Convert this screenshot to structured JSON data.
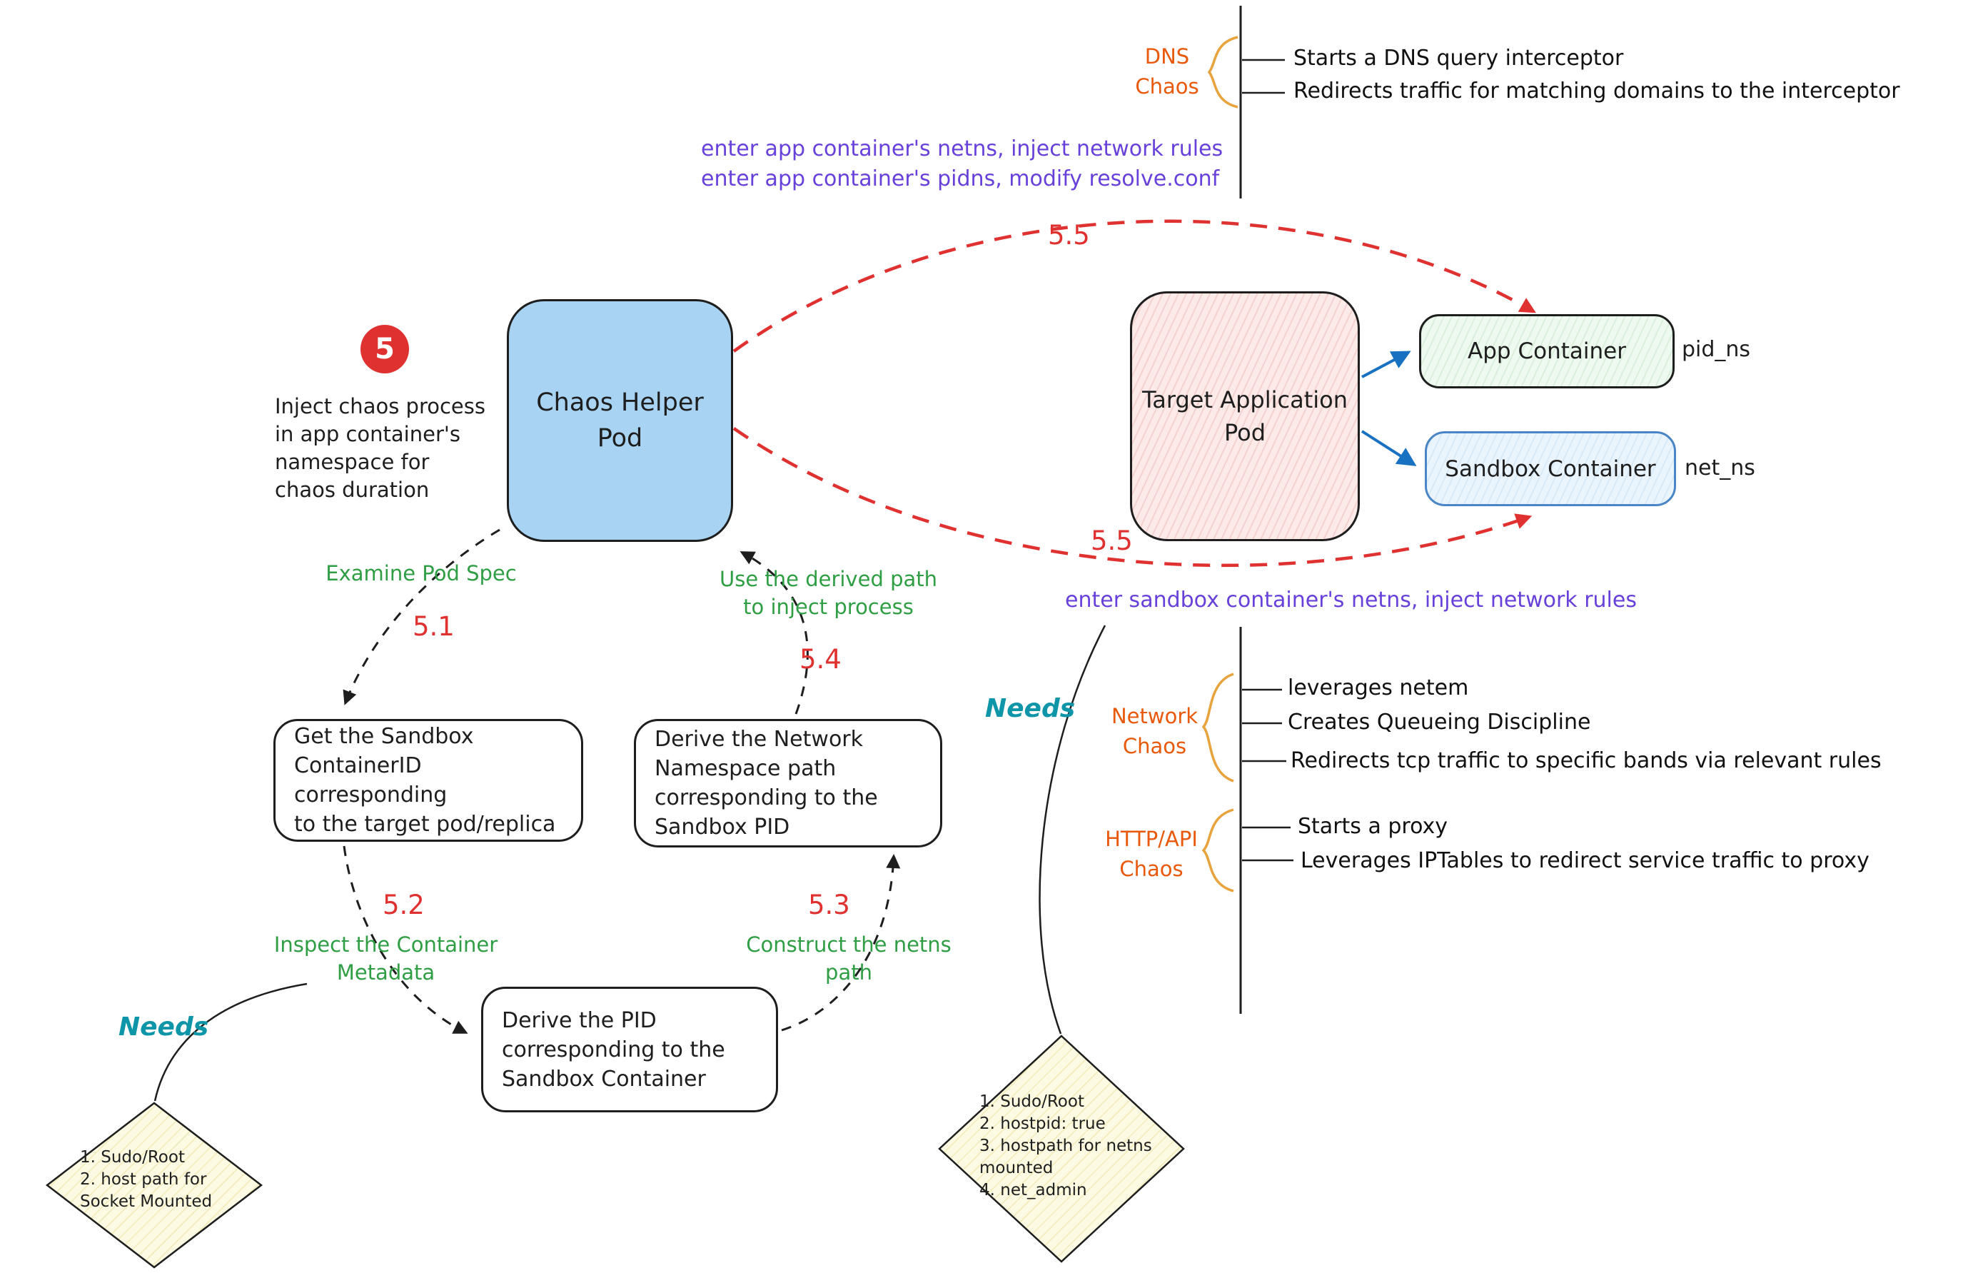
{
  "badge": {
    "number": "5"
  },
  "step_note": "Inject chaos process\nin app container's\nnamespace for\nchaos duration",
  "nodes": {
    "chaos_helper_pod": "Chaos Helper\nPod",
    "target_application_pod": "Target Application\nPod",
    "app_container": "App Container",
    "app_container_tag": "pid_ns",
    "sandbox_container": "Sandbox Container",
    "sandbox_container_tag": "net_ns",
    "get_sandbox_containerid": "Get the Sandbox\nContainerID corresponding\nto the target pod/replica",
    "derive_pid": "Derive the PID\ncorresponding to the\nSandbox Container",
    "derive_netns_path": "Derive the Network\nNamespace path\ncorresponding to the\nSandbox PID"
  },
  "steps": {
    "s51": {
      "number": "5.1",
      "label": "Examine Pod Spec"
    },
    "s52": {
      "number": "5.2",
      "label": "Inspect the Container\nMetadata"
    },
    "s53": {
      "number": "5.3",
      "label": "Construct the netns\npath"
    },
    "s54": {
      "number": "5.4",
      "label": "Use the derived path\nto inject process"
    },
    "s55_top": {
      "number": "5.5"
    },
    "s55_bottom": {
      "number": "5.5"
    }
  },
  "annotations": {
    "app_container_rules": "enter app container's netns, inject network rules\nenter app container's pidns, modify resolve.conf",
    "sandbox_container_rules": "enter sandbox container's netns, inject network rules"
  },
  "chaos_sections": {
    "dns": {
      "label": "DNS\nChaos",
      "items": [
        "Starts a DNS query interceptor",
        "Redirects traffic for matching domains to the interceptor"
      ]
    },
    "network": {
      "label": "Network\nChaos",
      "items": [
        "leverages netem",
        "Creates Queueing Discipline",
        "Redirects tcp traffic to specific bands via relevant rules"
      ]
    },
    "http_api": {
      "label": "HTTP/API\nChaos",
      "items": [
        "Starts a proxy",
        "Leverages IPTables to redirect service traffic to proxy"
      ]
    }
  },
  "needs_left": {
    "label": "Needs",
    "requirements": "1. Sudo/Root\n2. host path for\nSocket Mounted"
  },
  "needs_right": {
    "label": "Needs",
    "requirements": "1. Sudo/Root\n2. hostpid: true\n3. hostpath for netns\nmounted\n4. net_admin"
  },
  "colors": {
    "red": "#e03131",
    "green": "#2f9e44",
    "purple": "#6741d9",
    "orange": "#e8590c",
    "teal": "#0f95a8",
    "blue_arrow": "#1971c2",
    "helper_pod_fill": "#a8d3f2",
    "target_pod_fill": "#fbeae8",
    "app_container_fill": "#eef9ef",
    "sandbox_container_fill": "#eaf4fd",
    "needs_diamond_fill": "#fdfae3"
  }
}
